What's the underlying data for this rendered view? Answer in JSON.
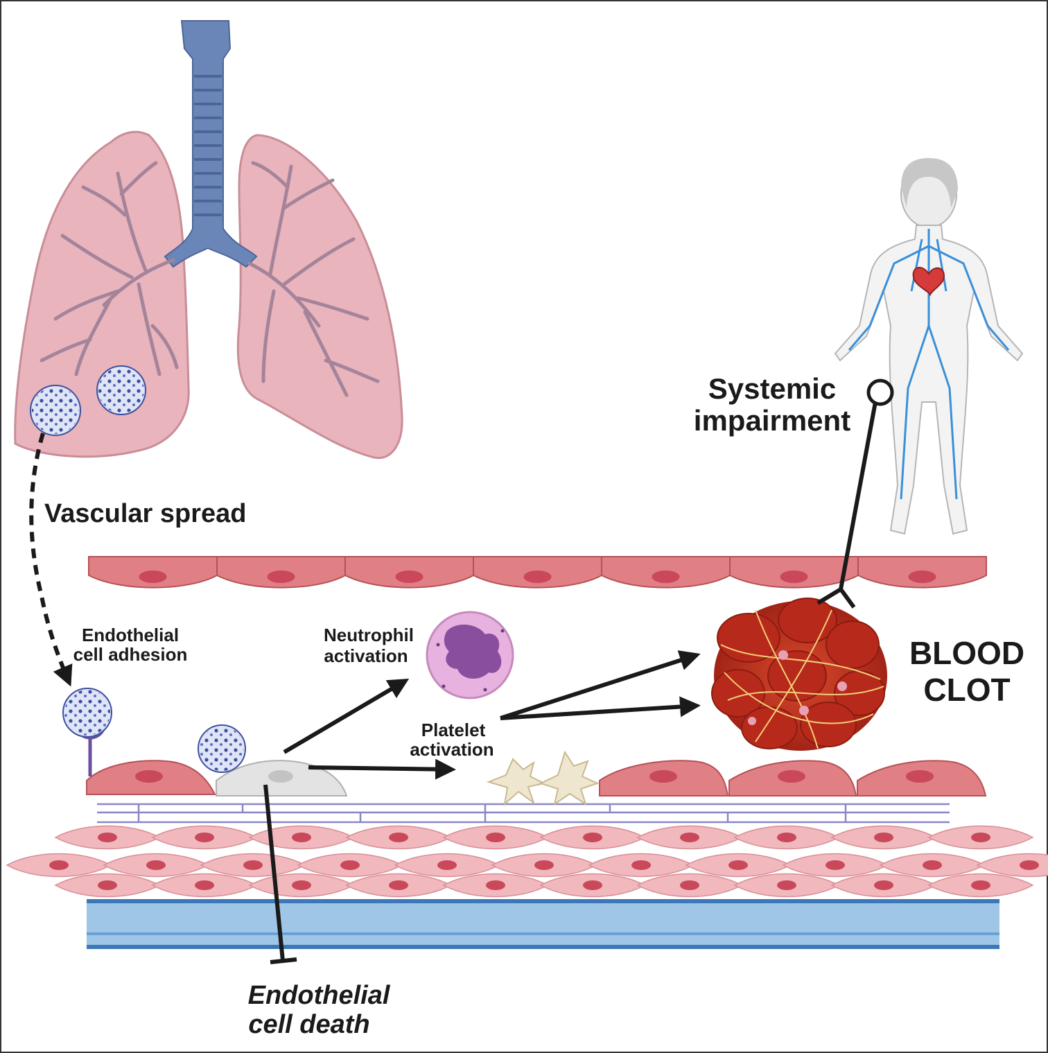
{
  "labels": {
    "vascular_spread": "Vascular spread",
    "endothelial_adhesion": [
      "Endothelial",
      "cell adhesion"
    ],
    "neutrophil_activation": [
      "Neutrophil",
      "activation"
    ],
    "platelet_activation": [
      "Platelet",
      "activation"
    ],
    "systemic_impairment": [
      "Systemic",
      "impairment"
    ],
    "blood_clot": [
      "BLOOD",
      "CLOT"
    ],
    "endothelial_death": [
      "Endothelial",
      "cell death"
    ]
  },
  "colors": {
    "lung": "#e9b4bc",
    "trachea": "#6a86b8",
    "endothelium": "#e07f84",
    "nucleus": "#c9485a",
    "smooth_muscle": "#f1b8bd",
    "adventitia": "#9fc6e6",
    "virus": "#3c4f9e",
    "clot": "#c9321f",
    "platelet": "#efe6cf",
    "neutrophil": "#e7b2df",
    "vein": "#3a8fd8",
    "arrow": "#1a1a1a"
  }
}
